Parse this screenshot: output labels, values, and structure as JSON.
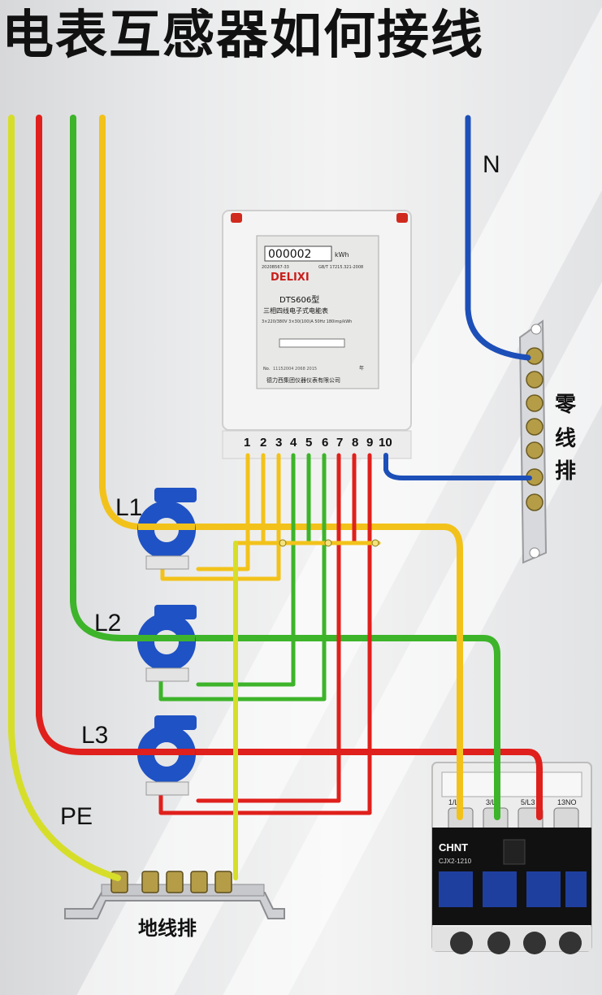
{
  "title": "电表互感器如何接线",
  "labels": {
    "neutral": "N",
    "l1": "L1",
    "l2": "L2",
    "l3": "L3",
    "pe": "PE",
    "ground_bar": "地线排",
    "neutral_bar_1": "零",
    "neutral_bar_2": "线",
    "neutral_bar_3": "排"
  },
  "meter": {
    "brand": "DELIXI",
    "model": "DTS606型",
    "desc": "三相四线电子式电能表",
    "spec": "3×220/380V 3×30(100)A 50Hz 180imp/kWh",
    "counter": "000002",
    "unit": "kWh",
    "serial_prefix": "No.",
    "serial": "11152004 2068 2015",
    "year_suffix": "年",
    "maker": "德力西集团仪器仪表有限公司",
    "spec_line_top": "GB/T 17215.321-2008",
    "cert": "2020B567-33",
    "terminals": [
      "1",
      "2",
      "3",
      "4",
      "5",
      "6",
      "7",
      "8",
      "9",
      "10"
    ]
  },
  "contactor": {
    "brand": "CHNT",
    "model": "CJX2-1210",
    "terminal_top": [
      "1/L1",
      "3/L2",
      "5/L3",
      "13NO"
    ]
  },
  "colors": {
    "yellow": "#f2c21a",
    "green": "#3db42a",
    "red": "#e0201c",
    "blue": "#1d4fb8",
    "pe": "#d9e02a",
    "ct": "#1f52c4"
  }
}
